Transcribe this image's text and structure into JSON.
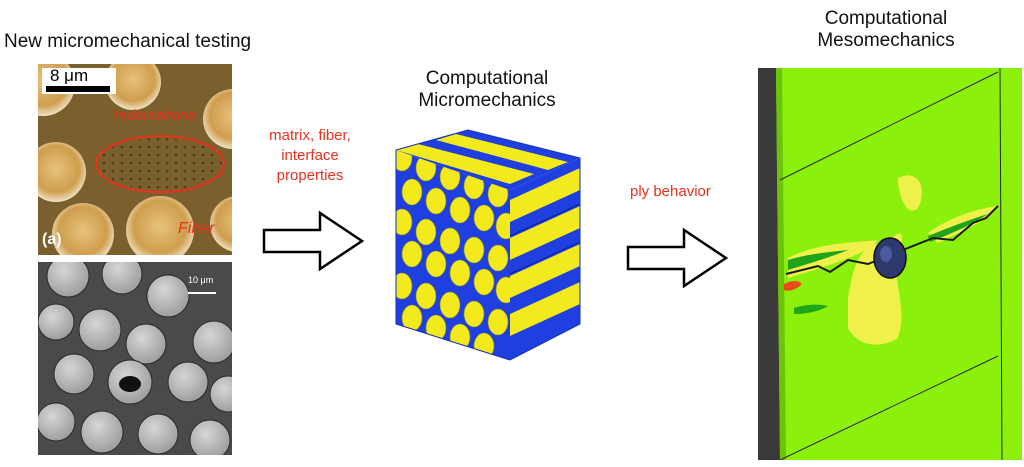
{
  "left": {
    "heading": "New micromechanical testing",
    "afm": {
      "scale_label": "8 μm",
      "indent_label": "Indentations",
      "fiber_label": "Fiber",
      "panel_label": "(a)"
    },
    "sem": {
      "scale_label": "10 μm"
    }
  },
  "middle": {
    "heading_line1": "Computational",
    "heading_line2": "Micromechanics",
    "arrow_label_line1": "matrix, fiber,",
    "arrow_label_line2": "interface",
    "arrow_label_line3": "properties"
  },
  "right": {
    "heading_line1": "Computational",
    "heading_line2": "Mesomechanics",
    "arrow_label": "ply behavior"
  },
  "colors": {
    "annotation_red": "#e8321e",
    "rve_blue": "#1f3fe0",
    "rve_yellow": "#f2ea1c",
    "meso_green": "#8af00c"
  }
}
